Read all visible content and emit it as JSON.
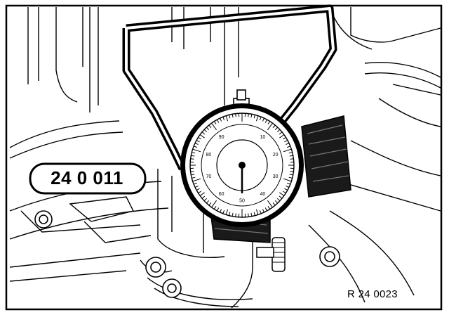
{
  "figure": {
    "tool_label": "24 0 011",
    "reference": "R 24 0023",
    "dial_numbers": [
      "10",
      "20",
      "30",
      "40",
      "50",
      "60",
      "70",
      "80",
      "90"
    ]
  },
  "colors": {
    "ink": "#000000",
    "paper": "#ffffff"
  },
  "icons": {
    "tool": "dial-gauge-icon"
  }
}
